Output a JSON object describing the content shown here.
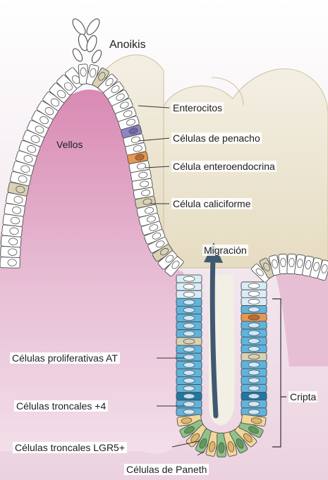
{
  "labels": {
    "anoikis": "Anoikis",
    "enterocitos": "Enterocitos",
    "vellos": "Vellos",
    "penacho": "Células de penacho",
    "enteroendocrina": "Célula enteroendocrina",
    "caliciforme": "Célula caliciforme",
    "migracion": "Migración",
    "proliferativas": "Células proliferativas AT",
    "troncales4": "Células troncales +4",
    "cripta": "Cripta",
    "lgr5": "Células troncales LGR5+",
    "paneth": "Células de Paneth"
  },
  "colors": {
    "lamina_propria": "#e7bfd4",
    "mesenchyme": "#efe9d9",
    "enterocyte": "#ffffff",
    "tuft": "#8d86c3",
    "enteroendocrine": "#e89752",
    "goblet": "#d8d1b4",
    "transit_amplifying": "#5fb4de",
    "stem_plus4": "#1f78a6",
    "paneth": "#f3d79a",
    "lgr5_stem": "#8fc28a",
    "arrow": "#3f5a70"
  }
}
